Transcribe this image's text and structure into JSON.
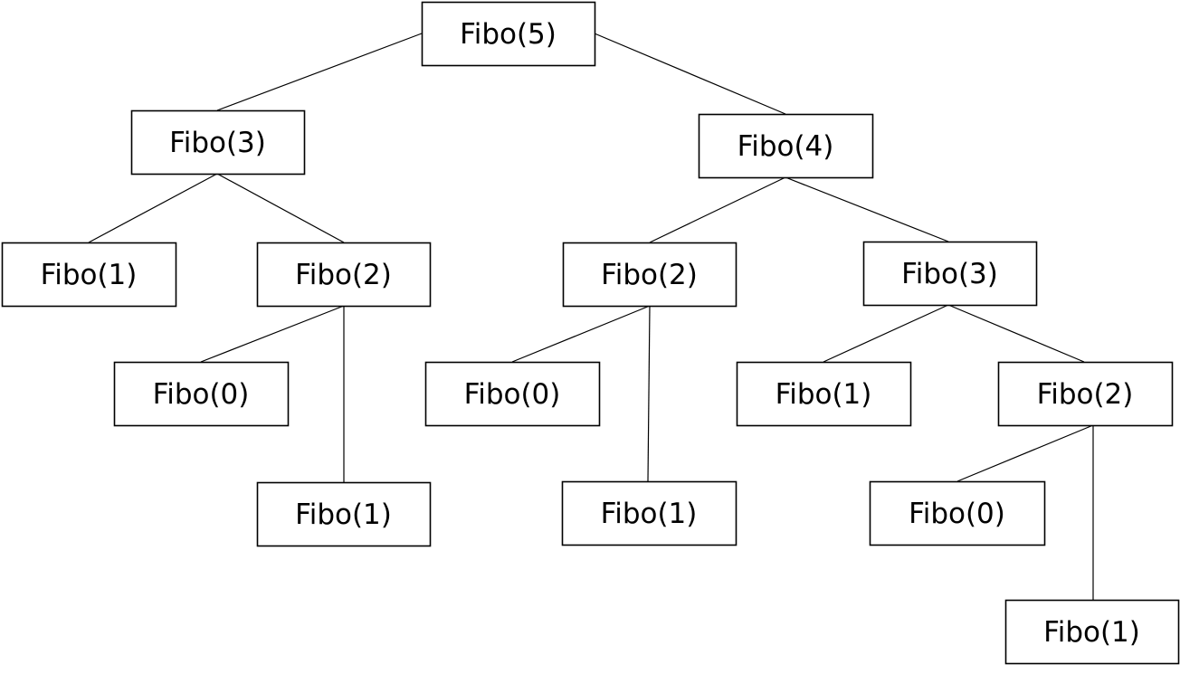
{
  "diagram": {
    "colors": {
      "background": "#ffffff",
      "stroke": "#000000",
      "text": "#000000"
    },
    "nodes": [
      {
        "id": "n5",
        "label": "Fibo(5)"
      },
      {
        "id": "n3a",
        "label": "Fibo(3)"
      },
      {
        "id": "n4",
        "label": "Fibo(4)"
      },
      {
        "id": "n1a",
        "label": "Fibo(1)"
      },
      {
        "id": "n2a",
        "label": "Fibo(2)"
      },
      {
        "id": "n2b",
        "label": "Fibo(2)"
      },
      {
        "id": "n3b",
        "label": "Fibo(3)"
      },
      {
        "id": "n0a",
        "label": "Fibo(0)"
      },
      {
        "id": "n0b",
        "label": "Fibo(0)"
      },
      {
        "id": "n1c",
        "label": "Fibo(1)"
      },
      {
        "id": "n2c",
        "label": "Fibo(2)"
      },
      {
        "id": "n1b",
        "label": "Fibo(1)"
      },
      {
        "id": "n1d",
        "label": "Fibo(1)"
      },
      {
        "id": "n0c",
        "label": "Fibo(0)"
      },
      {
        "id": "n1e",
        "label": "Fibo(1)"
      }
    ],
    "edges": [
      {
        "from": "n5",
        "to": "n3a"
      },
      {
        "from": "n5",
        "to": "n4"
      },
      {
        "from": "n3a",
        "to": "n1a"
      },
      {
        "from": "n3a",
        "to": "n2a"
      },
      {
        "from": "n2a",
        "to": "n0a"
      },
      {
        "from": "n2a",
        "to": "n1b"
      },
      {
        "from": "n4",
        "to": "n2b"
      },
      {
        "from": "n4",
        "to": "n3b"
      },
      {
        "from": "n2b",
        "to": "n0b"
      },
      {
        "from": "n2b",
        "to": "n1d"
      },
      {
        "from": "n3b",
        "to": "n1c"
      },
      {
        "from": "n3b",
        "to": "n2c"
      },
      {
        "from": "n2c",
        "to": "n0c"
      },
      {
        "from": "n2c",
        "to": "n1e"
      }
    ]
  }
}
